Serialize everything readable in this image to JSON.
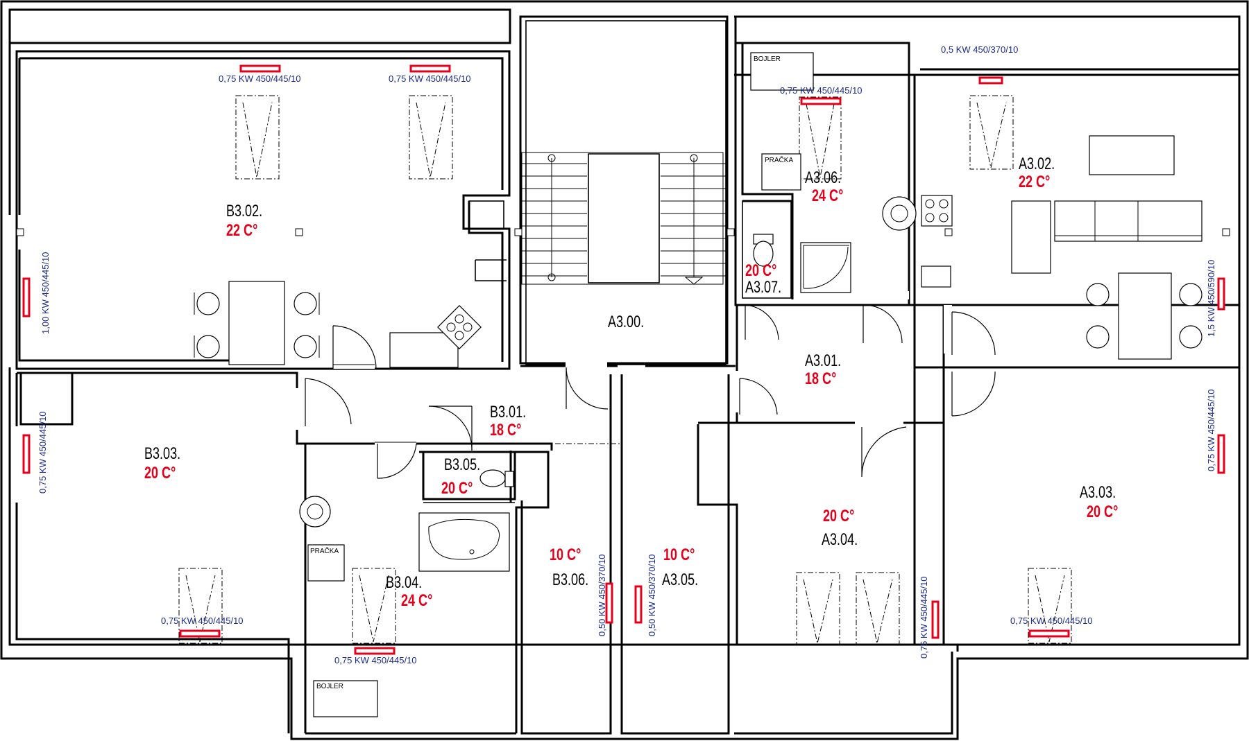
{
  "rooms": {
    "b302": {
      "name": "B3.02.",
      "temp": "22 C°"
    },
    "b303": {
      "name": "B3.03.",
      "temp": "20 C°"
    },
    "b301": {
      "name": "B3.01.",
      "temp": "18 C°"
    },
    "b305": {
      "name": "B3.05.",
      "temp": "20 C°"
    },
    "b304": {
      "name": "B3.04.",
      "temp": "24 C°"
    },
    "b306": {
      "name": "B3.06.",
      "temp": "10 C°"
    },
    "a300": {
      "name": "A3.00."
    },
    "a305": {
      "name": "A3.05.",
      "temp": "10 C°"
    },
    "a306": {
      "name": "A3.06.",
      "temp": "24 C°"
    },
    "a307": {
      "name": "A3.07.",
      "temp": "20 C°"
    },
    "a301": {
      "name": "A3.01.",
      "temp": "18 C°"
    },
    "a302": {
      "name": "A3.02.",
      "temp": "22 C°"
    },
    "a304": {
      "name": "A3.04.",
      "temp": "20 C°"
    },
    "a303": {
      "name": "A3.03.",
      "temp": "20 C°"
    }
  },
  "radiators": {
    "b302_top_left": "0,75 KW 450/445/10",
    "b302_top_right": "0,75 KW 450/445/10",
    "b302_left": "1,00 KW 450/445/10",
    "b303_left": "0,75 KW 450/445/10",
    "b303_bottom": "0,75 KW 450/445/10",
    "b304_bottom": "0,75 KW 450/445/10",
    "b306": "0,50 KW 450/370/10",
    "a305": "0,50 KW 450/370/10",
    "a306": "0,75 KW 450/445/10",
    "a302_top": "0,5 KW 450/370/10",
    "a302_right": "1,5 KW 450/590/10",
    "a303_right": "0,75 KW 450/445/10",
    "a303_bottom": "0,75 KW 450/445/10",
    "a304": "0,75 KW 450/445/10"
  },
  "appliances": {
    "boiler_a": "BOJLER",
    "washer_a": "PRAČKA",
    "washer_b": "PRAČKA",
    "boiler_b": "BOJLER"
  }
}
